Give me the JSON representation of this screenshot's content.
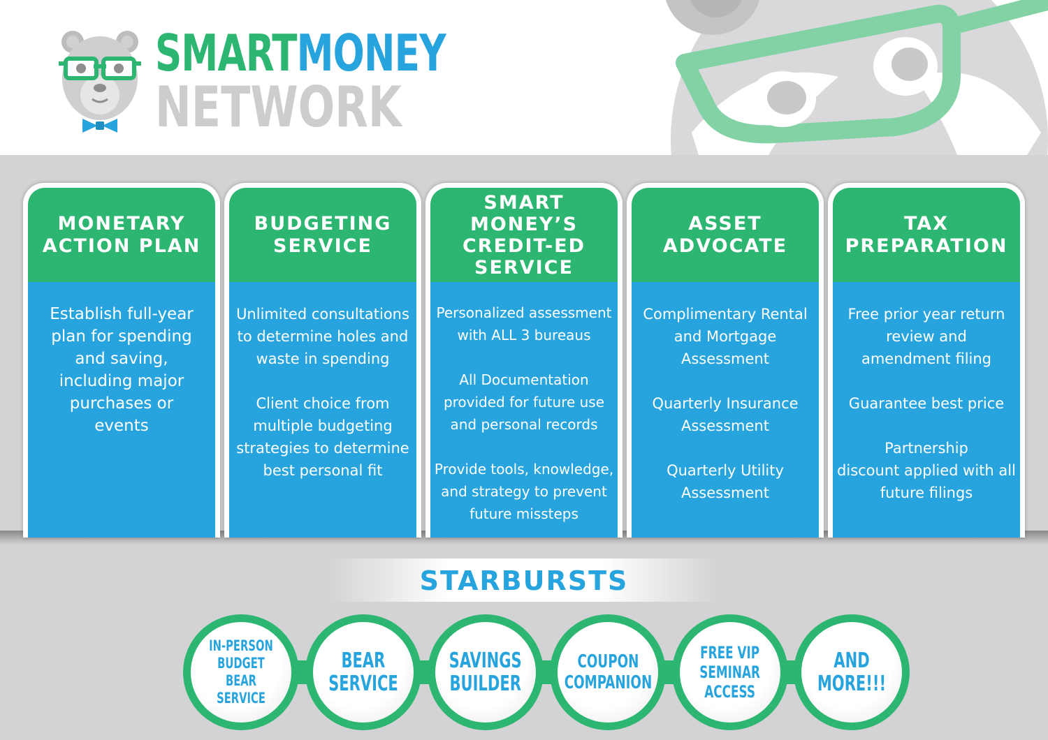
{
  "brand": {
    "smart": "SMART",
    "money": "MONEY",
    "network": "NETWORK"
  },
  "colors": {
    "green": "#2db672",
    "blue": "#27a4dd",
    "gray": "#d3d2d4",
    "logo_gray": "#cdcdcf"
  },
  "cards": [
    {
      "title": "MONETARY\nACTION PLAN",
      "paragraphs": [
        "Establish full-year\nplan for spending\nand saving,\nincluding major\npurchases or\nevents"
      ]
    },
    {
      "title": "BUDGETING\nSERVICE",
      "paragraphs": [
        "Unlimited consultations\nto determine holes and\nwaste in spending",
        "Client choice from\nmultiple budgeting\nstrategies to determine\nbest personal fit"
      ]
    },
    {
      "title": "SMART MONEY’S\nCREDIT-ED\nSERVICE",
      "paragraphs": [
        "Personalized assessment\nwith ALL 3 bureaus",
        "All Documentation\nprovided for future use\nand personal records",
        "Provide tools, knowledge,\nand strategy to prevent\nfuture missteps"
      ]
    },
    {
      "title": "ASSET\nADVOCATE",
      "paragraphs": [
        "Complimentary Rental\nand Mortgage\nAssessment",
        "Quarterly Insurance\nAssessment",
        "Quarterly Utility\nAssessment"
      ]
    },
    {
      "title": "TAX\nPREPARATION",
      "paragraphs": [
        "Free prior year return\nreview and\namendment filing",
        "Guarantee best price",
        "Partnership\ndiscount applied with all\nfuture filings"
      ]
    }
  ],
  "starbursts": {
    "title": "STARBURSTS",
    "items": [
      "IN-PERSON\nBUDGET\nBEAR SERVICE",
      "BEAR\nSERVICE",
      "SAVINGS\nBUILDER",
      "COUPON\nCOMPANION",
      "FREE VIP\nSEMINAR\nACCESS",
      "AND\nMORE!!!"
    ]
  }
}
